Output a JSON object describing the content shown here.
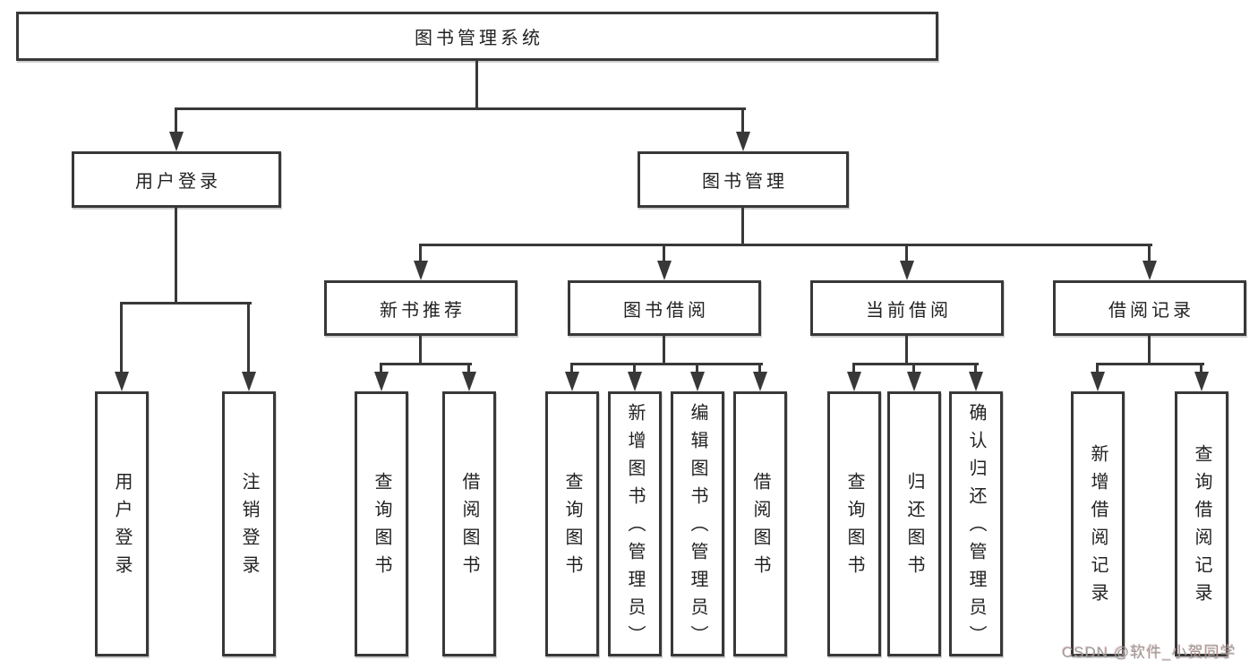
{
  "tree": {
    "root": "图书管理系统",
    "branches": [
      {
        "label": "用户登录",
        "children": [
          "用户登录",
          "注销登录"
        ]
      },
      {
        "label": "图书管理",
        "sections": [
          {
            "label": "新书推荐",
            "children": [
              "查询图书",
              "借阅图书"
            ]
          },
          {
            "label": "图书借阅",
            "children": [
              "查询图书",
              "新增图书（管理员）",
              "编辑图书（管理员）",
              "借阅图书"
            ]
          },
          {
            "label": "当前借阅",
            "children": [
              "查询图书",
              "归还图书",
              "确认归还（管理员）"
            ]
          },
          {
            "label": "借阅记录",
            "children": [
              "新增借阅记录",
              "查询借阅记录"
            ]
          }
        ]
      }
    ]
  },
  "watermark": "CSDN @软件_小贺同学",
  "colors": {
    "line": "#383838",
    "text": "#222222",
    "watermark_gray": "#9b9b9b"
  }
}
